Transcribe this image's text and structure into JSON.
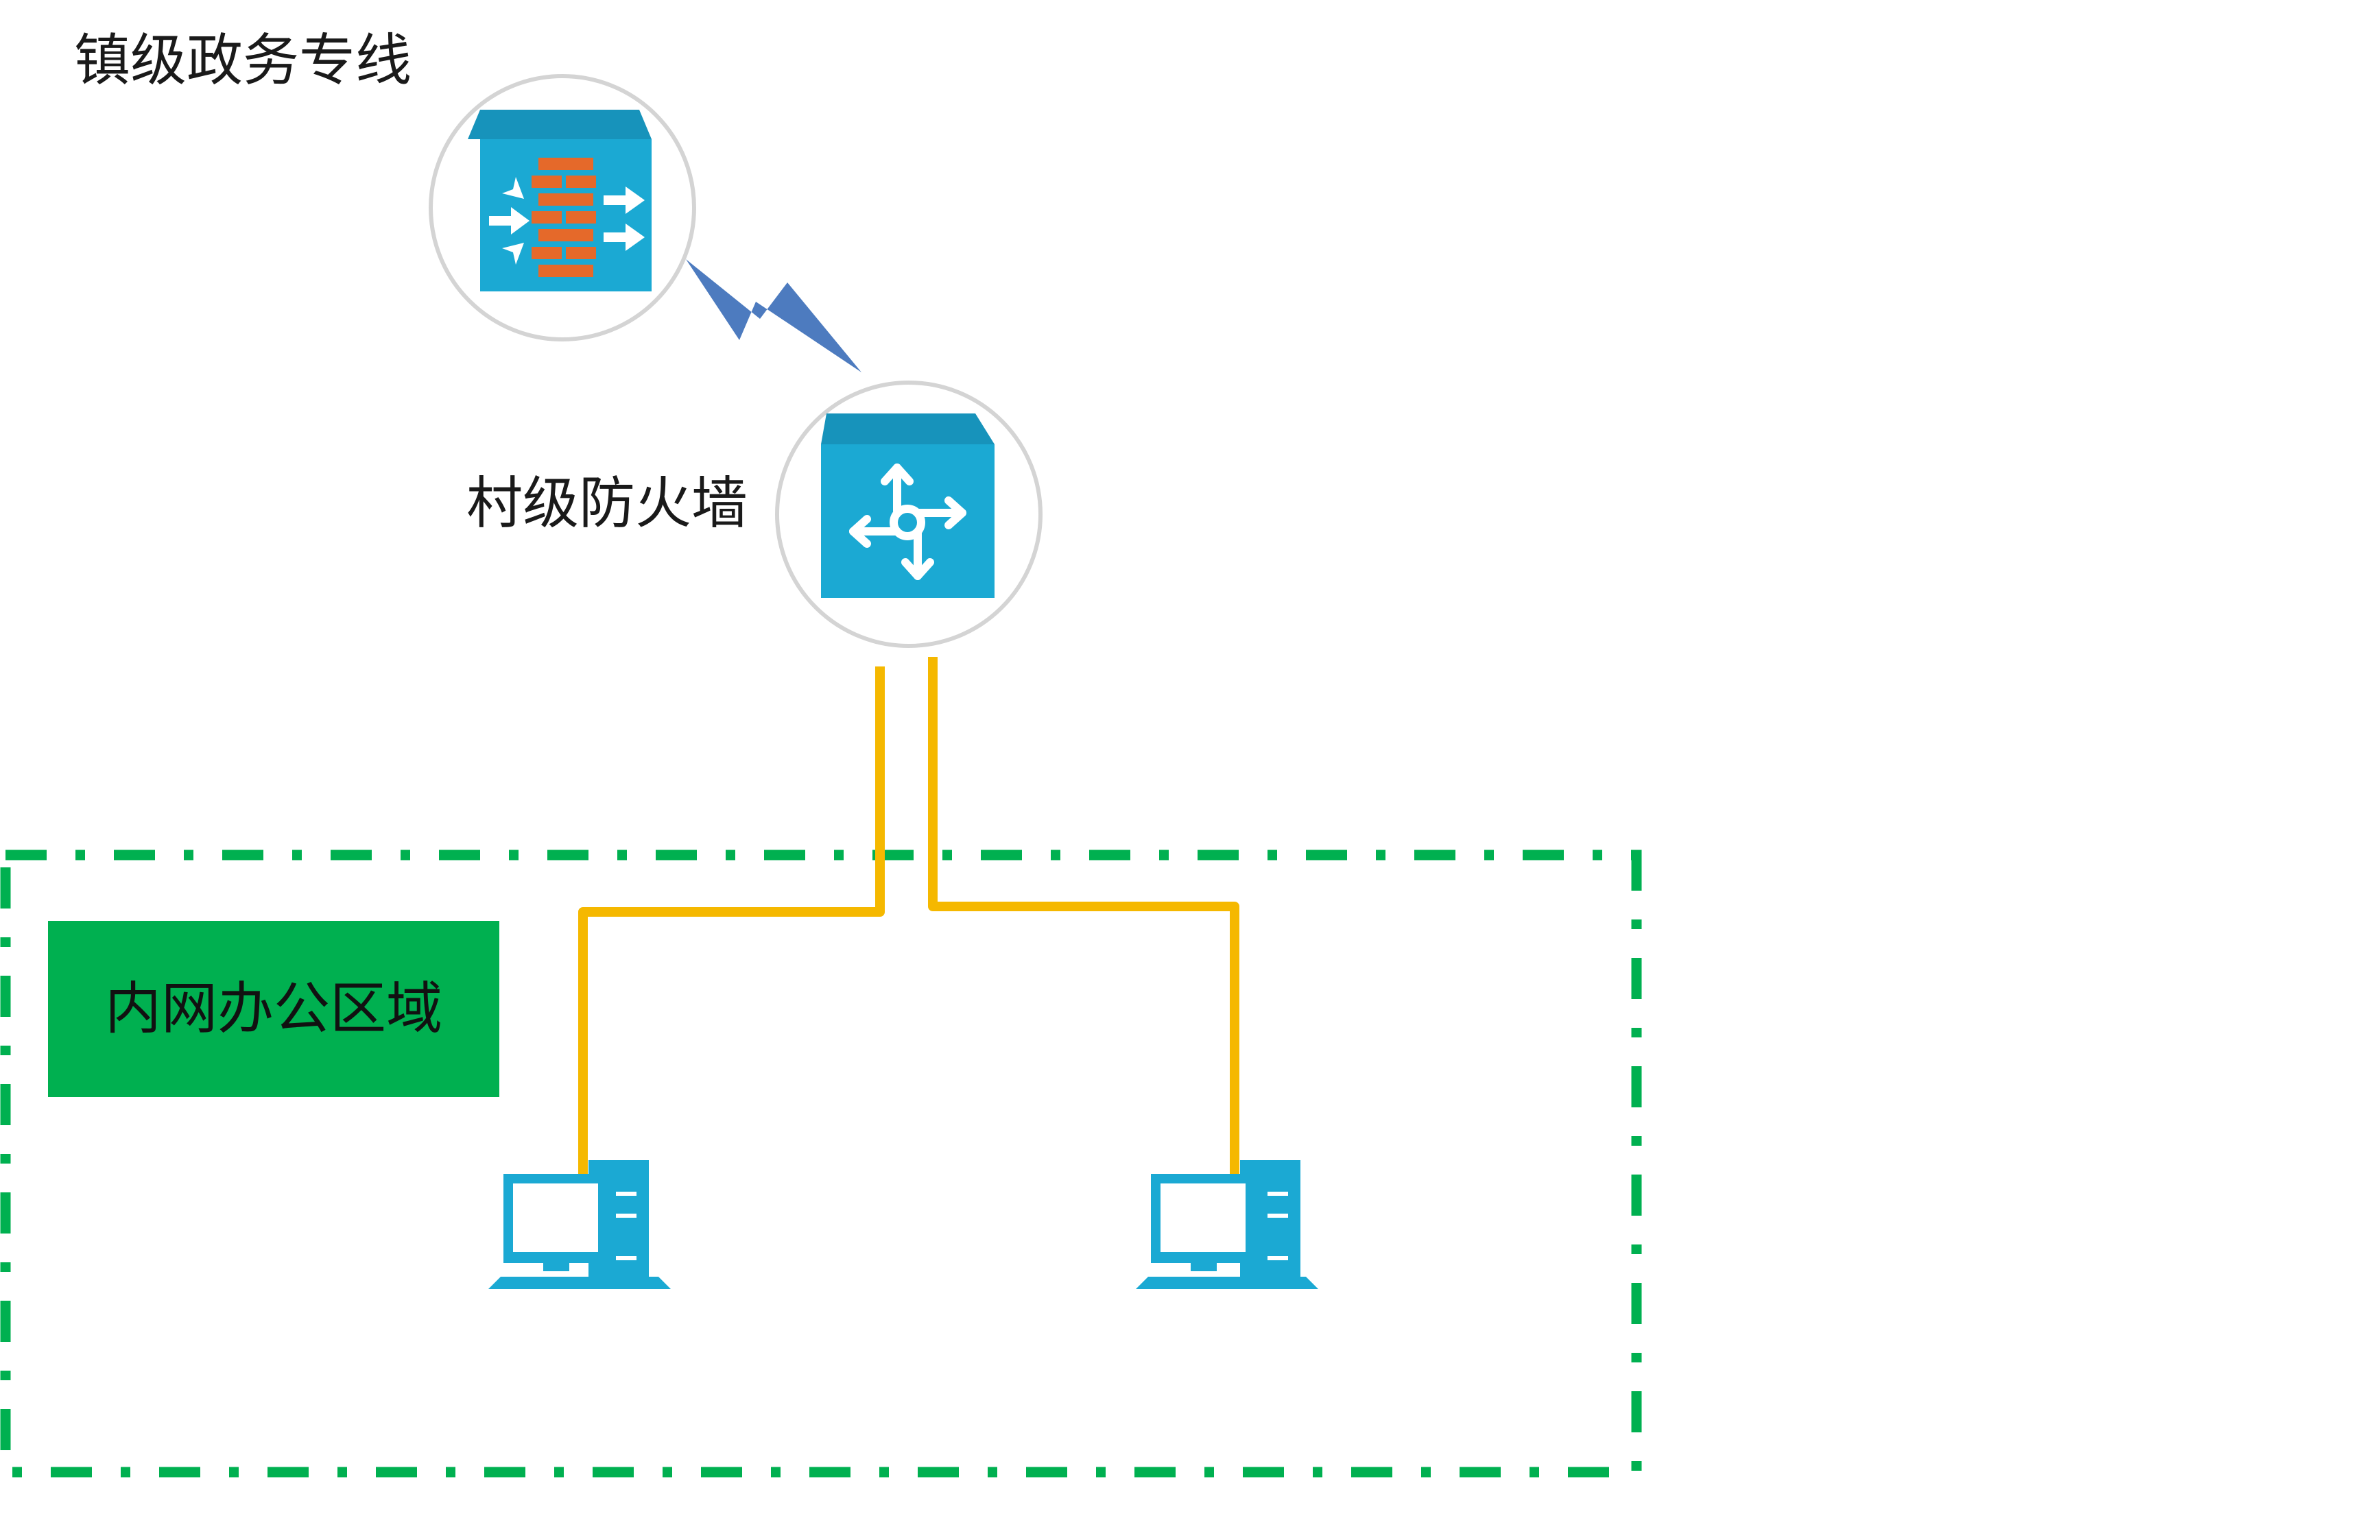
{
  "nodes": {
    "town_line": {
      "label": "镇级政务专线",
      "icon": "firewall-icon"
    },
    "village_firewall": {
      "label": "村级防火墙",
      "icon": "router-icon"
    },
    "pc_left": {
      "icon": "computer-icon"
    },
    "pc_right": {
      "icon": "computer-icon"
    }
  },
  "zone": {
    "label": "内网办公区域"
  },
  "colors": {
    "device_blue": "#1ba9d3",
    "brick_orange": "#e5692a",
    "link_blue": "#4d7bbf",
    "cable_yellow": "#f5b800",
    "zone_green": "#00b050",
    "circle_border": "#d4d4d4"
  }
}
